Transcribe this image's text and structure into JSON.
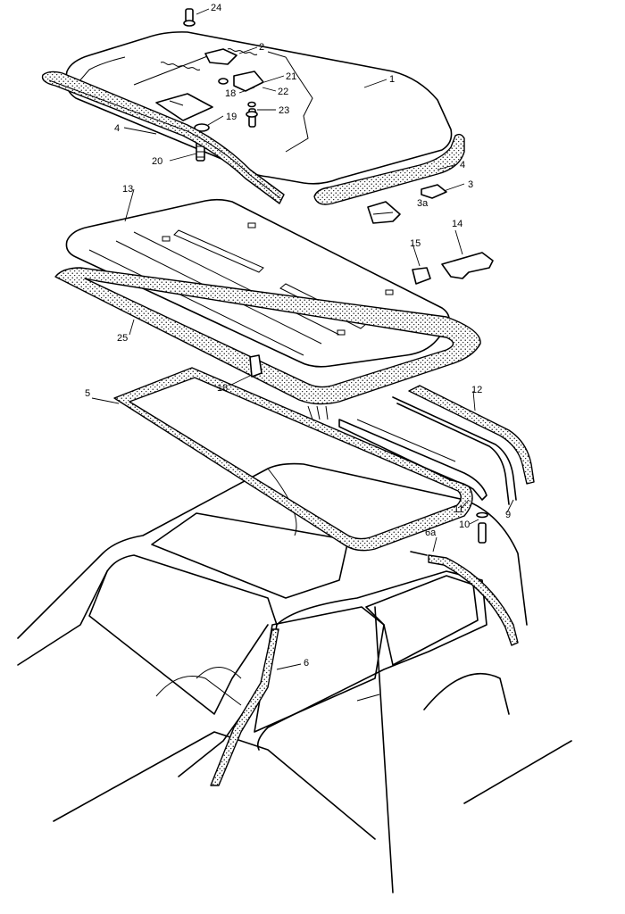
{
  "diagram": {
    "type": "exploded-parts-diagram",
    "subject": "sliding sunroof assembly",
    "callouts": [
      {
        "id": "c24",
        "label": "24"
      },
      {
        "id": "c2",
        "label": "2"
      },
      {
        "id": "c1",
        "label": "1"
      },
      {
        "id": "c21",
        "label": "21"
      },
      {
        "id": "c18a",
        "label": "18"
      },
      {
        "id": "c22",
        "label": "22"
      },
      {
        "id": "c19",
        "label": "19"
      },
      {
        "id": "c23",
        "label": "23"
      },
      {
        "id": "c4a",
        "label": "4"
      },
      {
        "id": "c20",
        "label": "20"
      },
      {
        "id": "c4b",
        "label": "4"
      },
      {
        "id": "c3",
        "label": "3"
      },
      {
        "id": "c3a",
        "label": "3a"
      },
      {
        "id": "c13",
        "label": "13"
      },
      {
        "id": "c14",
        "label": "14"
      },
      {
        "id": "c15",
        "label": "15"
      },
      {
        "id": "c25",
        "label": "25"
      },
      {
        "id": "c18b",
        "label": "18"
      },
      {
        "id": "c5",
        "label": "5"
      },
      {
        "id": "c12",
        "label": "12"
      },
      {
        "id": "c11",
        "label": "11"
      },
      {
        "id": "c9",
        "label": "9"
      },
      {
        "id": "c10",
        "label": "10"
      },
      {
        "id": "c6a",
        "label": "6a"
      },
      {
        "id": "c6",
        "label": "6"
      }
    ]
  }
}
